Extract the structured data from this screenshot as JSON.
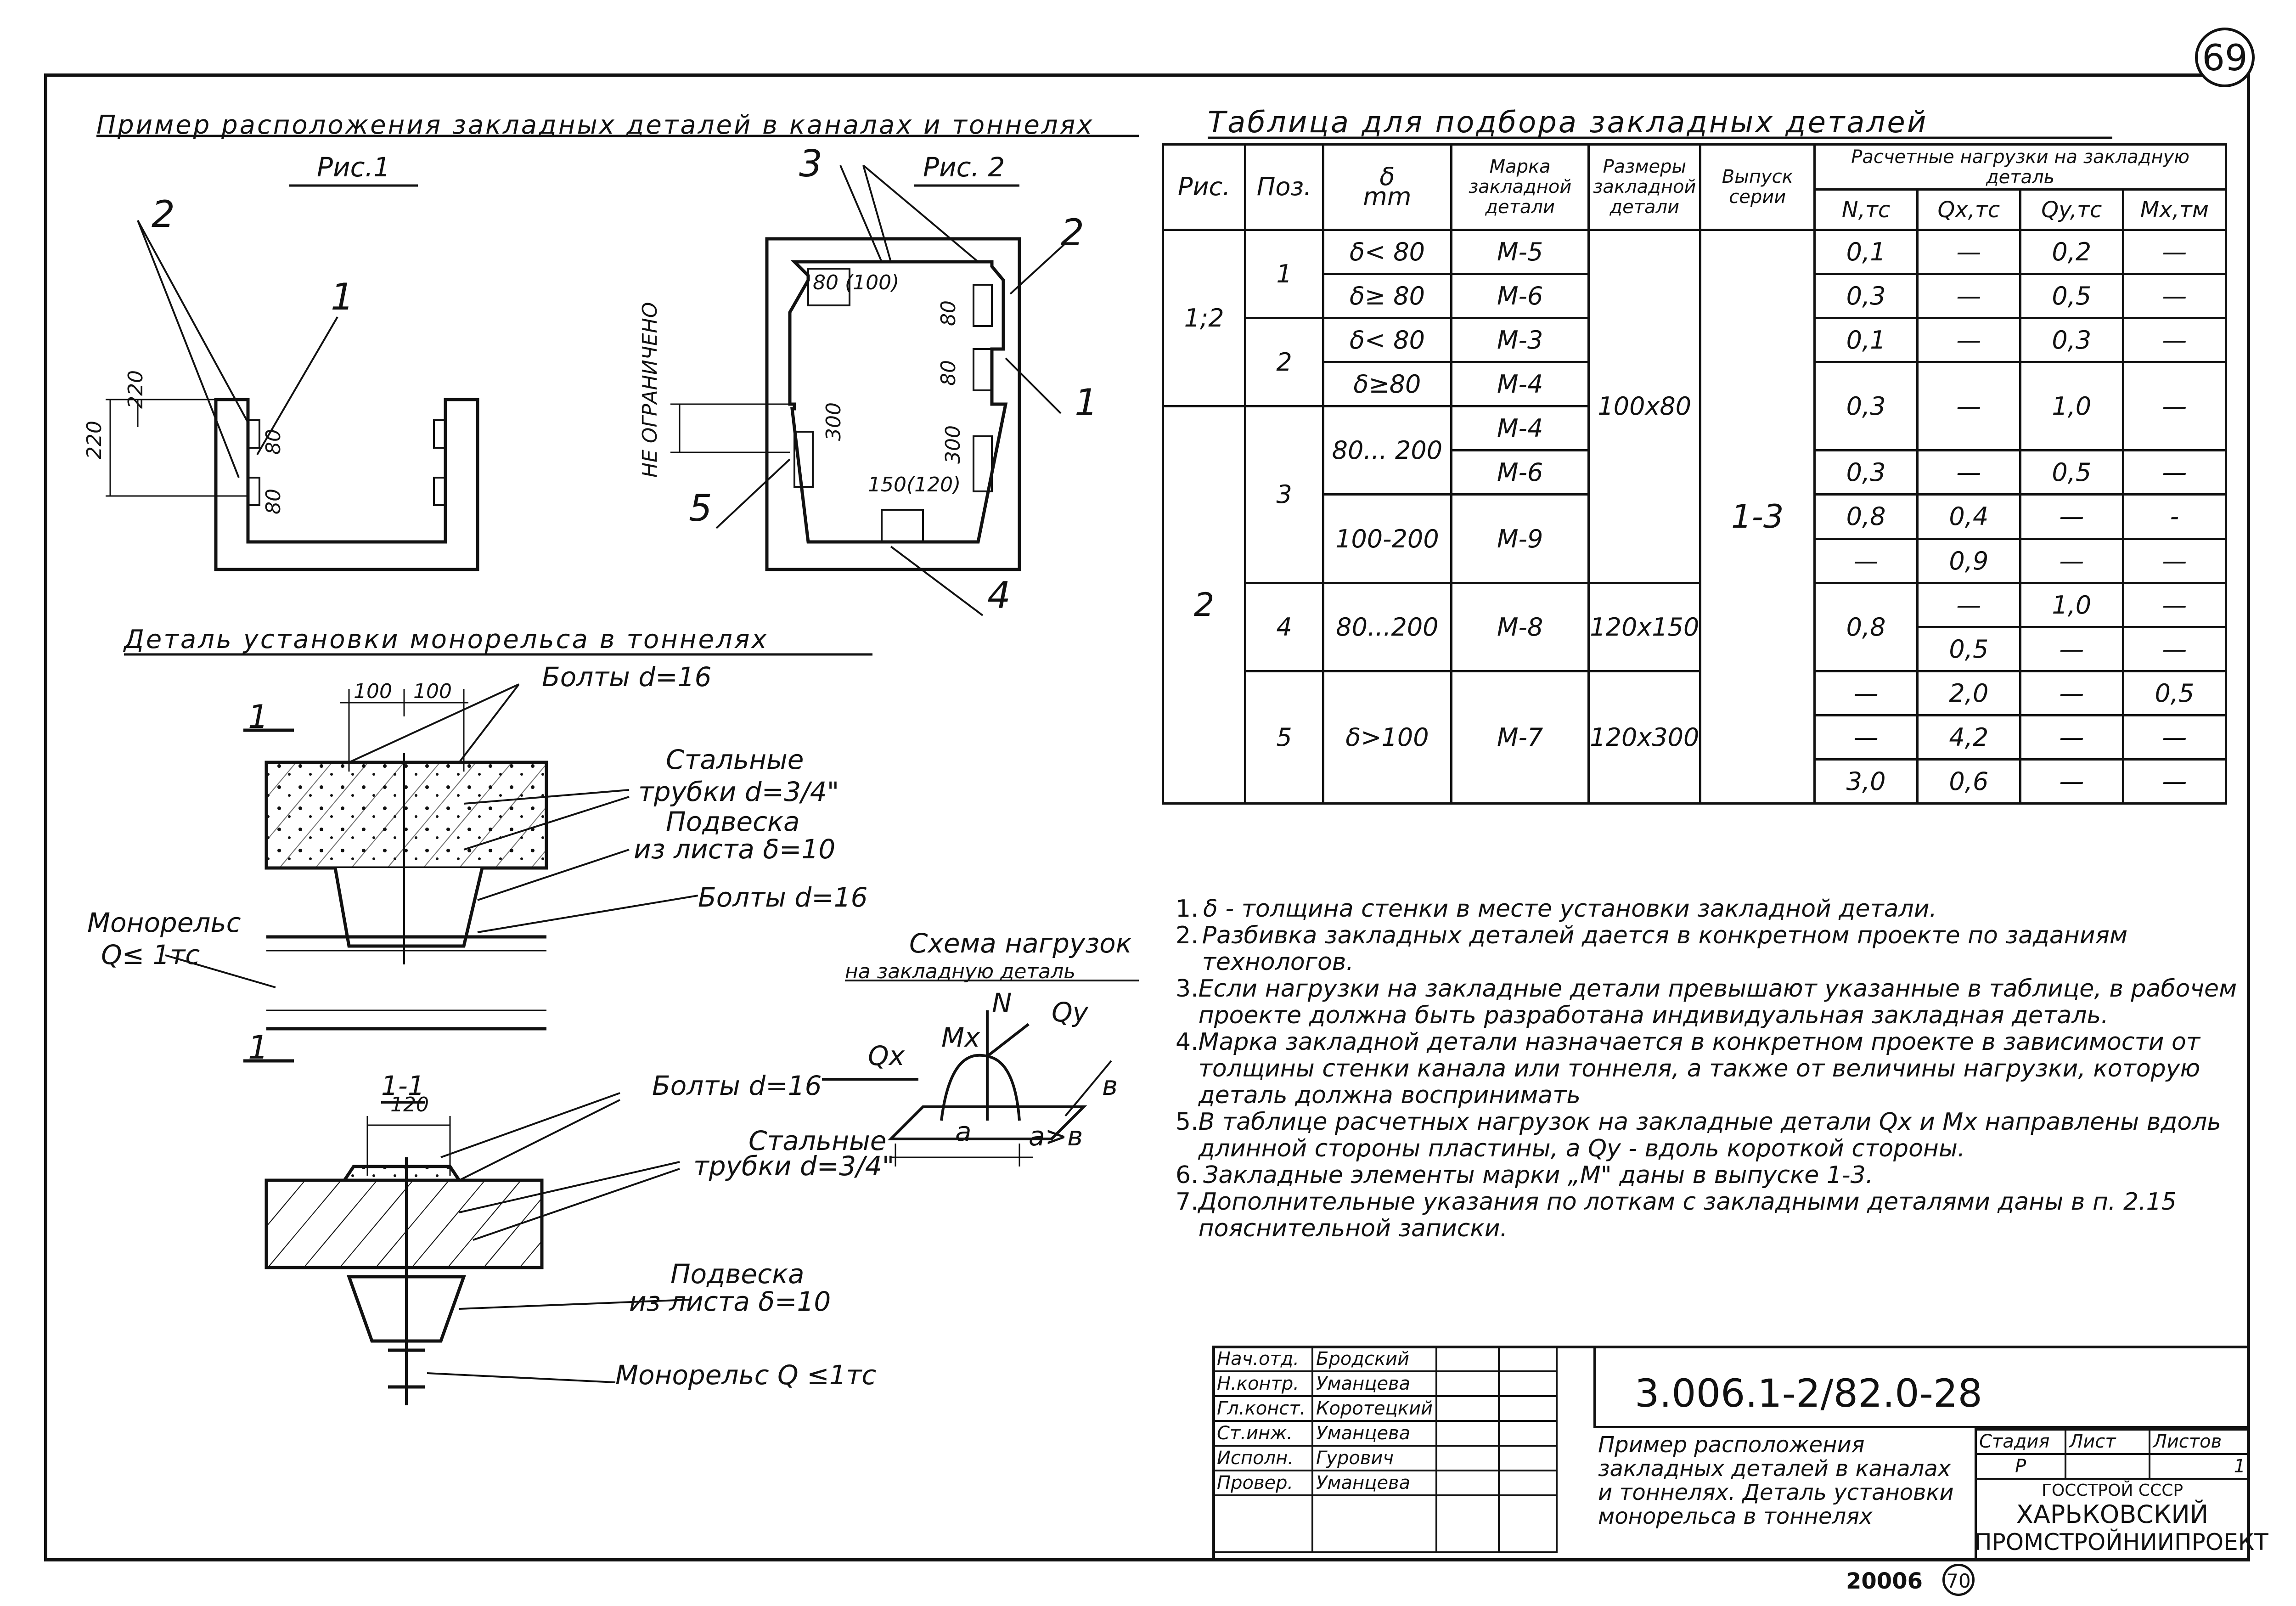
{
  "sheet_number": "69",
  "section_titles": {
    "example": "Пример расположения закладных деталей в каналах и тоннелях",
    "fig1": "Рис.1",
    "fig2": "Рис. 2",
    "monorail": "Деталь установки монорельса в тоннелях",
    "table": "Таблица для подбора закладных деталей",
    "load_scheme_1": "Схема нагрузок",
    "load_scheme_2": "на закладную деталь"
  },
  "fig1_labels": {
    "n1": "1",
    "n2": "2",
    "d220a": "220",
    "d220b": "220",
    "d80a": "80",
    "d80b": "80"
  },
  "fig2_labels": {
    "n1": "1",
    "n2": "2",
    "n3": "3",
    "n4": "4",
    "n5": "5",
    "d80_100": "80 (100)",
    "d80a": "80",
    "d80b": "80",
    "d300a": "300",
    "d300b": "300",
    "d150_120": "150(120)",
    "unlimited": "НЕ ОГРАНИЧЕНО"
  },
  "monorail_labels": {
    "d100a": "100",
    "d100b": "100",
    "bolts16_top": "Болты d=16",
    "steel_tubes": "Стальные",
    "tubes_34": "трубки d=3/4\"",
    "hanger": "Подвеска",
    "hanger_sheet": "из листа δ=10",
    "bolts16_mid": "Болты d=16",
    "monorail": "Монорельс",
    "q1": "Q≤ 1тс",
    "cut": "1",
    "section": "1-1",
    "d120": "120",
    "bolts16_sec": "Болты d=16",
    "steel_tubes_sec": "Стальные",
    "tubes_34_sec": "трубки d=3/4\"",
    "hanger_sec": "Подвеска",
    "hanger_sheet_sec": "из листа δ=10",
    "monorail_q_sec": "Монорельс Q ≤1тс"
  },
  "scheme_labels": {
    "n": "N",
    "mx": "Mx",
    "qy": "Qy",
    "qx": "Qx",
    "a": "a",
    "b": "в",
    "agtb": "a>в"
  },
  "table": {
    "headers": {
      "fig": "Рис.",
      "pos": "Поз.",
      "delta": "δ",
      "mm": "mm",
      "mark": "Марка закладной детали",
      "size": "Размеры закладной детали",
      "series": "Выпуск серии",
      "loads": "Расчетные нагрузки на закладную деталь",
      "n": "N,тс",
      "qx": "Qx,тс",
      "qy": "Qy,тс",
      "mx": "Mx,тм"
    },
    "fig_groups": [
      "1;2",
      "2"
    ],
    "positions": [
      "1",
      "2",
      "3",
      "4",
      "5"
    ],
    "deltas": [
      "δ< 80",
      "δ≥ 80",
      "δ< 80",
      "δ≥80",
      "80... 200",
      "100-200",
      "80...200",
      "δ>100"
    ],
    "marks": [
      "М-5",
      "М-6",
      "М-3",
      "М-4",
      "М-4",
      "М-6",
      "М-9",
      "М-8",
      "М-7"
    ],
    "sizes": [
      "100x80",
      "120x150",
      "120x300"
    ],
    "series": "1-3",
    "loads": [
      [
        "0,1",
        "—",
        "0,2",
        "—"
      ],
      [
        "0,3",
        "—",
        "0,5",
        "—"
      ],
      [
        "0,1",
        "—",
        "0,3",
        "—"
      ],
      [
        "0,3",
        "—",
        "1,0",
        "—"
      ],
      [
        "0,3",
        "—",
        "0,5",
        "—"
      ],
      [
        "0,8",
        "0,4",
        "—",
        "-"
      ],
      [
        "—",
        "0,9",
        "—",
        "—"
      ],
      [
        "0,8",
        "—",
        "1,0",
        "—"
      ],
      [
        "",
        "0,5",
        "—",
        "—"
      ],
      [
        "—",
        "2,0",
        "—",
        "0,5"
      ],
      [
        "—",
        "4,2",
        "—",
        "—"
      ],
      [
        "3,0",
        "0,6",
        "—",
        "—"
      ]
    ]
  },
  "notes": [
    "δ - толщина стенки в месте установки закладной детали.",
    "Разбивка закладных деталей дается в конкретном проекте по заданиям технологов.",
    "Если нагрузки на закладные детали превышают указанные в таблице, в рабочем проекте должна быть разработана индивидуальная закладная деталь.",
    "Марка закладной детали назначается в конкретном проекте в зависимости от толщины стенки канала или тоннеля, а также от величины нагрузки, которую деталь должна воспринимать",
    "В таблице расчетных нагрузок на закладные детали Qx и Mx направлены вдоль длинной стороны пластины, а Qy - вдоль короткой стороны.",
    "Закладные элементы марки „М\" даны в выпуске 1-3.",
    "Дополнительные указания по лоткам с закладными деталями даны в п. 2.15 пояснительной записки."
  ],
  "note_numbers": [
    "1.",
    "2.",
    "3.",
    "4.",
    "5.",
    "6.",
    "7."
  ],
  "title_block": {
    "signatures": [
      [
        "Нач.отд.",
        "Бродский"
      ],
      [
        "Н.контр.",
        "Уманцева"
      ],
      [
        "Гл.конст.",
        "Коротецкий"
      ],
      [
        "Ст.инж.",
        "Уманцева"
      ],
      [
        "Исполн.",
        "Гурович"
      ],
      [
        "Провер.",
        "Уманцева"
      ]
    ],
    "code": "3.006.1-2/82.0-28",
    "title": "Пример расположения закладных деталей в каналах и тоннелях. Деталь установки монорельса в тоннелях",
    "stage_h": "Стадия",
    "sheet_h": "Лист",
    "sheets_h": "Листов",
    "stage": "Р",
    "sheets": "1",
    "org1": "ГОССТРОЙ СССР",
    "org2": "ХАРЬКОВСКИЙ",
    "org3": "ПРОМСТРОЙНИИПРОЕКТ"
  },
  "footer": {
    "code": "20006",
    "page": "70"
  }
}
